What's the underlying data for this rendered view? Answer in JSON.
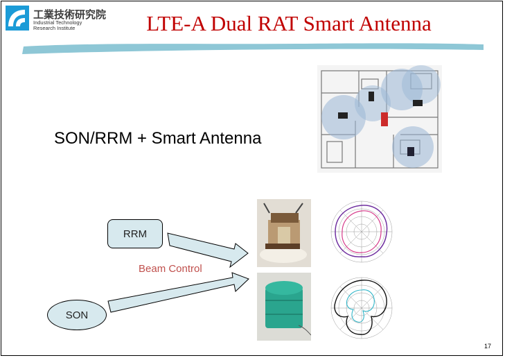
{
  "header": {
    "logo_cn": "工業技術研究院",
    "logo_en_line1": "Industrial Technology",
    "logo_en_line2": "Research Institute",
    "title": "LTE-A Dual RAT Smart Antenna"
  },
  "content": {
    "subtitle": "SON/RRM + Smart Antenna",
    "rrm_label": "RRM",
    "son_label": "SON",
    "beam_label": "Beam Control"
  },
  "footer": {
    "page_number": "17"
  },
  "colors": {
    "title": "#c00000",
    "node_fill": "#d7e9ee",
    "arrow_fill": "#d7e9ee",
    "beam_text": "#c0504d",
    "underline": "#8ec7d6",
    "logo_blue": "#1b9bd7"
  },
  "icons": [
    "itri-logo-icon"
  ]
}
